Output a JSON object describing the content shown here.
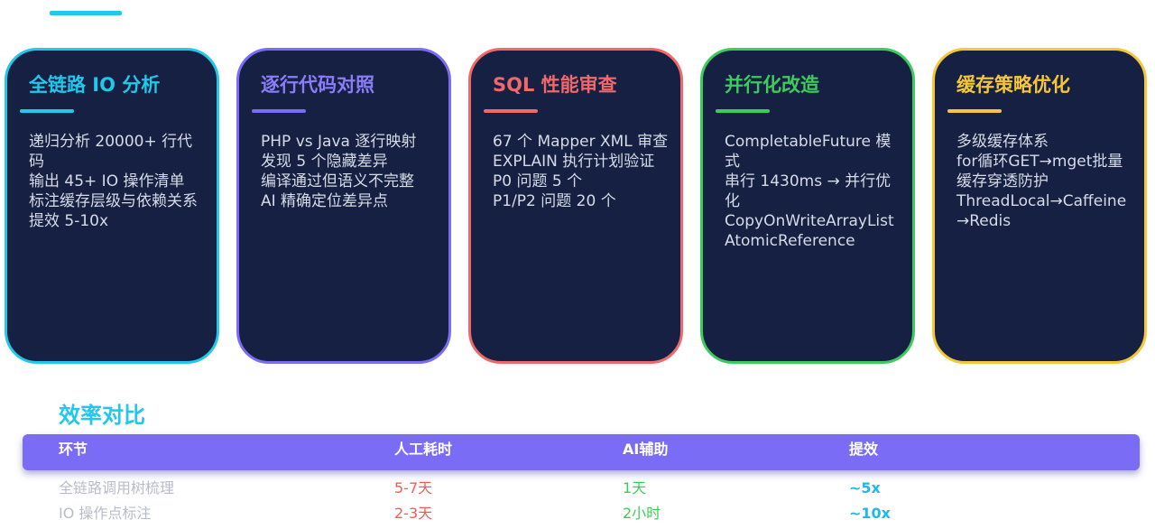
{
  "cards": [
    {
      "title": "全链路 IO 分析",
      "color": "#22c7ec",
      "lines": [
        "递归分析 20000+ 行代码",
        "输出 45+ IO 操作清单",
        "标注缓存层级与依赖关系",
        "提效 5-10x"
      ]
    },
    {
      "title": "逐行代码对照",
      "color": "#7b6cf6",
      "lines": [
        "PHP vs Java 逐行映射",
        "发现 5 个隐藏差异",
        "编译通过但语义不完整",
        "AI 精确定位差异点"
      ]
    },
    {
      "title": "SQL 性能审查",
      "color": "#f0686a",
      "lines": [
        "67 个 Mapper XML 审查",
        "EXPLAIN 执行计划验证",
        "P0 问题 5 个",
        "P1/P2 问题 20 个"
      ]
    },
    {
      "title": "并行化改造",
      "color": "#3ccc5b",
      "lines": [
        "CompletableFuture 模式",
        "串行 1430ms → 并行优化",
        "CopyOnWriteArrayList",
        "AtomicReference"
      ]
    },
    {
      "title": "缓存策略优化",
      "color": "#f5c638",
      "lines": [
        "多级缓存体系",
        "for循环GET→mget批量",
        "缓存穿透防护",
        "ThreadLocal→Caffeine→Redis"
      ]
    }
  ],
  "comparison": {
    "title": "效率对比",
    "headers": [
      "环节",
      "人工耗时",
      "AI辅助",
      "提效"
    ],
    "rows": [
      [
        "全链路调用树梳理",
        "5-7天",
        "1天",
        "~5x"
      ],
      [
        "IO 操作点标注",
        "2-3天",
        "2小时",
        "~10x"
      ]
    ]
  }
}
